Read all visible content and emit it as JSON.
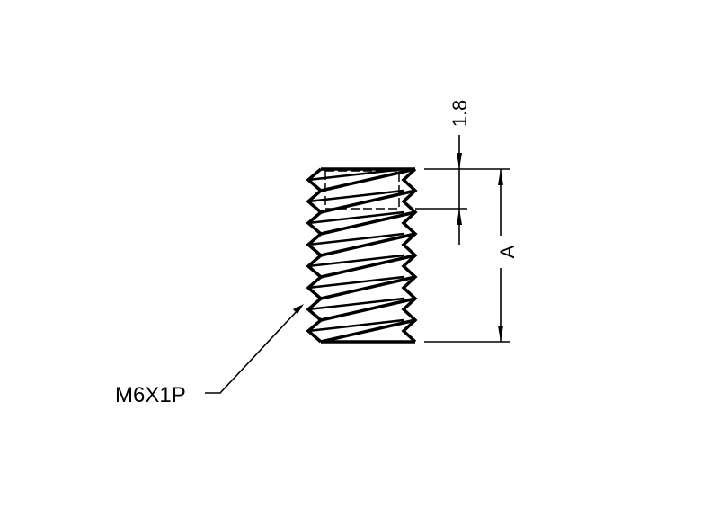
{
  "drawing": {
    "thread_callout": "M6X1P",
    "dim_small": "1.8",
    "dim_length": "A",
    "line_color": "#000000",
    "background": "#ffffff"
  }
}
